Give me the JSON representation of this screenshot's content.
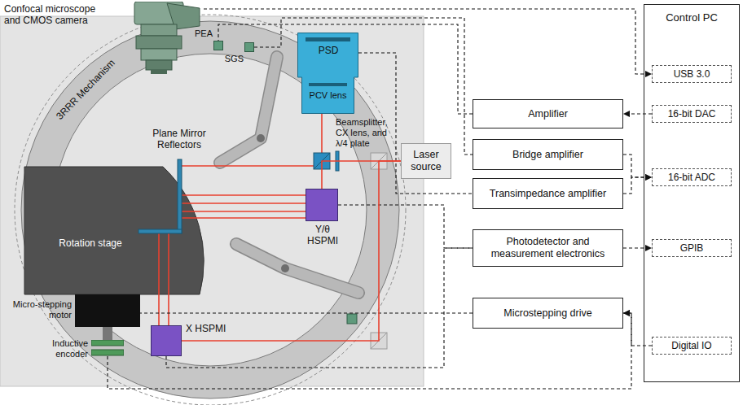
{
  "diagram": {
    "nodes": [
      {
        "text": [
          "Confocal microscope and CMOS camera"
        ]
      },
      {
        "text": [
          "PEA"
        ]
      },
      {
        "text": [
          "SGS"
        ]
      },
      {
        "text": [
          "PSD",
          "PCV lens"
        ]
      },
      {
        "text": [
          "Control PC"
        ]
      },
      {
        "text": [
          "USB 3.0"
        ],
        "in": 4
      },
      {
        "text": [
          "16-bit DAC"
        ],
        "in": 4
      },
      {
        "text": [
          "16-bit ADC"
        ],
        "in": 4
      },
      {
        "text": [
          "GPIB"
        ],
        "in": 4
      },
      {
        "text": [
          "Digital IO"
        ],
        "in": 4
      },
      {
        "text": [
          "Amplifier"
        ]
      },
      {
        "text": [
          "Bridge amplifier"
        ]
      },
      {
        "text": [
          "Transimpedance amplifier"
        ]
      },
      {
        "text": [
          "Laser source"
        ]
      },
      {
        "text": [
          "Y/θ HSPMI"
        ]
      },
      {
        "text": [
          "Photodetector and measurement electronics"
        ]
      },
      {
        "text": [
          "Microstepping drive"
        ]
      },
      {
        "text": [
          "X HSPMI"
        ]
      },
      {
        "text": [
          "Micro-stepping motor"
        ]
      },
      {
        "text": [
          "Inductive encoder"
        ]
      }
    ],
    "edges": [
      {
        "from": 0,
        "to": 5,
        "arrow": "to"
      },
      {
        "from": 6,
        "to": 10,
        "arrow": "to"
      },
      {
        "from": 10,
        "to": 1,
        "arrow": "none"
      },
      {
        "from": 2,
        "to": 11,
        "arrow": "none"
      },
      {
        "from": 11,
        "to": 7,
        "arrow": "to"
      },
      {
        "from": 12,
        "to": 7,
        "arrow": "to"
      },
      {
        "from": 3,
        "to": 12,
        "arrow": "none"
      },
      {
        "from": 14,
        "to": 15,
        "arrow": "none"
      },
      {
        "from": 17,
        "to": 15,
        "arrow": "none"
      },
      {
        "from": 15,
        "to": 8,
        "arrow": "to"
      },
      {
        "from": 9,
        "to": 16,
        "arrow": "to"
      },
      {
        "from": 16,
        "to": 18,
        "arrow": "none"
      },
      {
        "from": 19,
        "to": 16,
        "arrow": "to"
      },
      {
        "from": 13,
        "to": 14,
        "arrow": "none"
      },
      {
        "from": 13,
        "to": 17,
        "arrow": "none"
      }
    ],
    "labels": [
      "3RRR Mechanism",
      "Plane Mirror Reflectors",
      "Rotation stage",
      "Beamsplitter, CX lens, and λ/4 plate"
    ]
  }
}
